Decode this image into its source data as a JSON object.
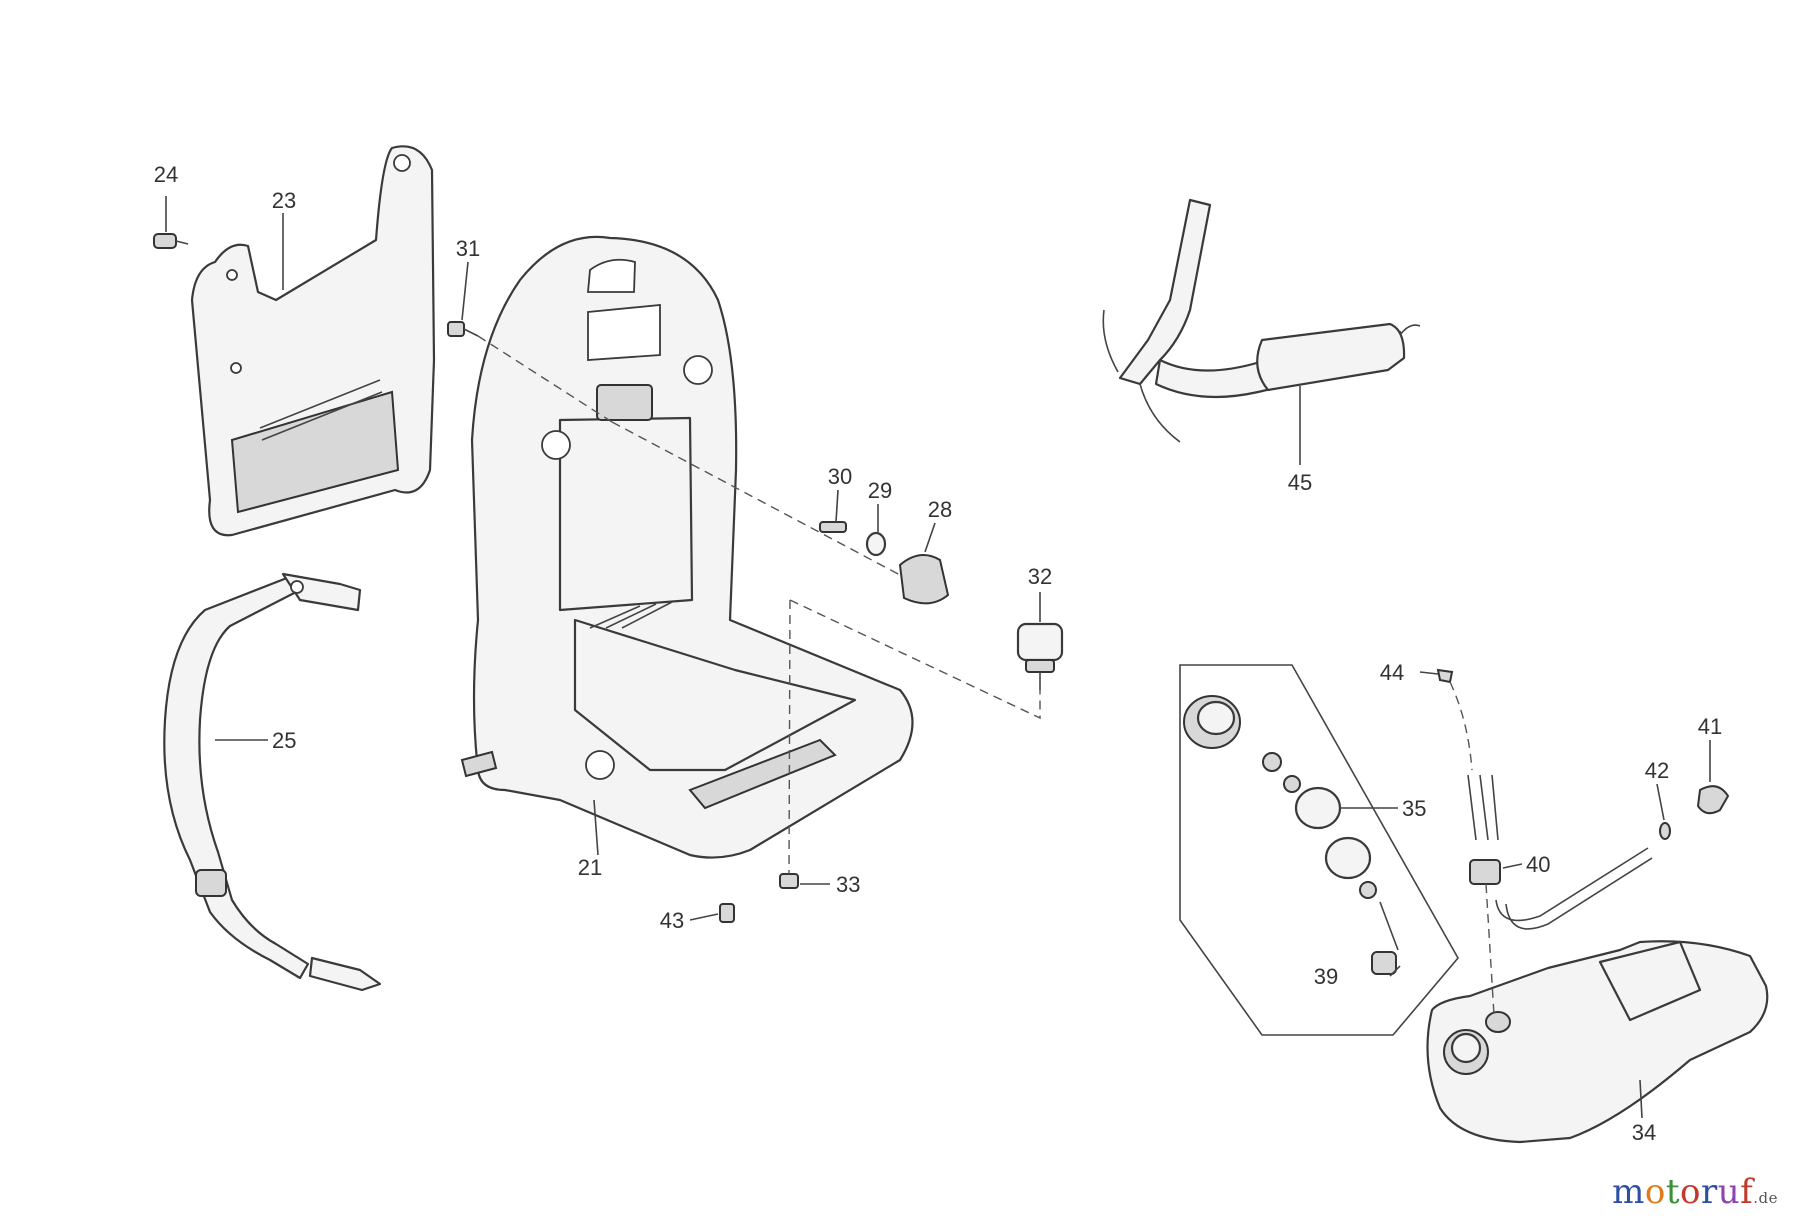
{
  "callouts": {
    "p21": "21",
    "p23": "23",
    "p24": "24",
    "p25": "25",
    "p28": "28",
    "p29": "29",
    "p30": "30",
    "p31": "31",
    "p32": "32",
    "p33": "33",
    "p34": "34",
    "p35": "35",
    "p39": "39",
    "p40": "40",
    "p41": "41",
    "p42": "42",
    "p43": "43",
    "p44": "44",
    "p45": "45"
  },
  "watermark": {
    "letters": [
      "m",
      "o",
      "t",
      "o",
      "r",
      "u",
      "f"
    ],
    "letter_colors": [
      "#2d4fa3",
      "#e07b1a",
      "#3a8f3a",
      "#c0392b",
      "#2d4fa3",
      "#8e44ad",
      "#c0392b"
    ],
    "suffix": ".de"
  }
}
